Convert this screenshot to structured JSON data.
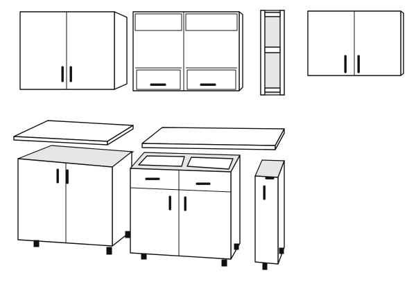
{
  "figure": {
    "kind": "kitchen-cabinet-set-line-drawing",
    "colors": {
      "stroke": "#111111",
      "fill": "#ffffff",
      "shade": "#e6e6e6",
      "background": "#ffffff"
    },
    "modules": [
      {
        "id": "wall-cabinet-2-door",
        "group": "wall",
        "doors": 2,
        "drawers": 0,
        "handles": 2
      },
      {
        "id": "wall-cabinet-glass-drawers",
        "group": "wall",
        "doors": 2,
        "drawers": 2,
        "handles": 2
      },
      {
        "id": "wall-open-shelf-unit",
        "group": "wall",
        "doors": 0,
        "drawers": 0,
        "shelves": 1,
        "handles": 0
      },
      {
        "id": "wall-cabinet-2-door-flat",
        "group": "wall",
        "doors": 2,
        "drawers": 0,
        "handles": 2
      },
      {
        "id": "base-cabinet-2-door",
        "group": "base",
        "doors": 2,
        "drawers": 0,
        "handles": 2,
        "countertop": true,
        "legs": 4
      },
      {
        "id": "base-cabinet-drawers-doors",
        "group": "base",
        "doors": 2,
        "drawers": 2,
        "handles": 4,
        "countertop": true,
        "legs": 4
      },
      {
        "id": "base-narrow-cabinet",
        "group": "base",
        "doors": 1,
        "drawers": 0,
        "handles": 1,
        "countertop": false,
        "legs": 2
      }
    ]
  }
}
